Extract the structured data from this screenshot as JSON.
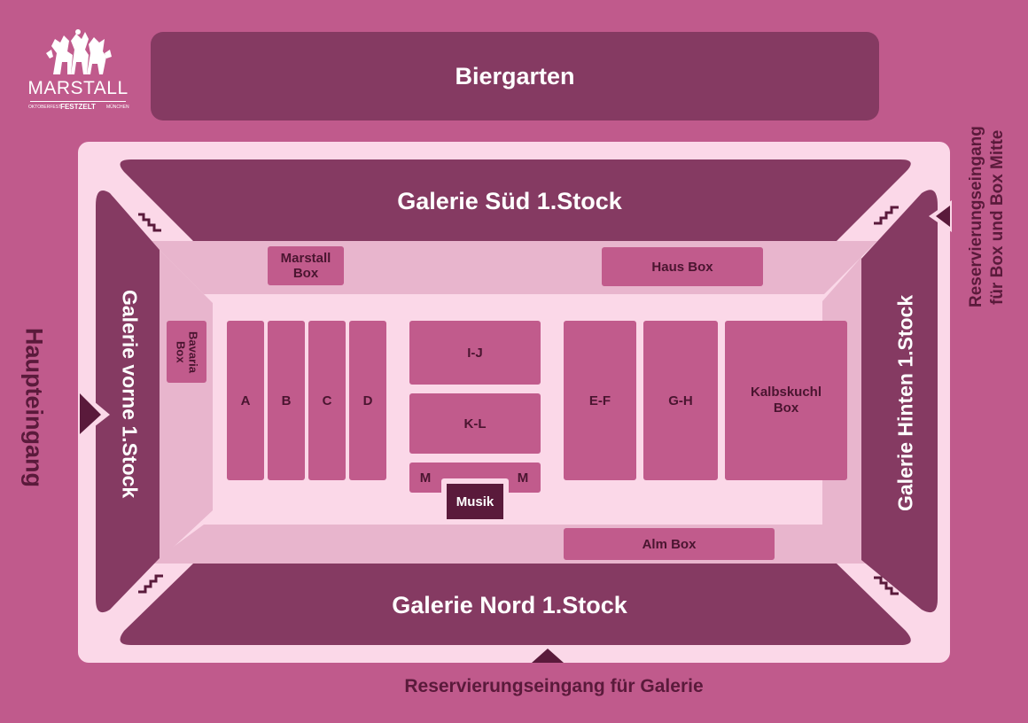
{
  "logo": {
    "name": "MARSTALL",
    "sub_left": "OKTOBERFEST",
    "sub_mid": "FESTZELT",
    "sub_right": "MÜNCHEN",
    "icon": "horses-icon"
  },
  "areas": {
    "biergarten": "Biergarten",
    "galerie_sued": "Galerie Süd 1.Stock",
    "galerie_nord": "Galerie Nord 1.Stock",
    "galerie_vorne": "Galerie vorne 1.Stock",
    "galerie_hinten": "Galerie Hinten 1.Stock"
  },
  "entrances": {
    "haupteingang": "Haupteingang",
    "reservierung_box": "Reservierungseingang für Box und Box Mitte",
    "reservierung_galerie": "Reservierungseingang für Galerie"
  },
  "boxes": {
    "marstall_box": "Marstall Box",
    "haus_box": "Haus Box",
    "bavaria_box": "Bavaria Box",
    "alm_box": "Alm Box",
    "kalbskuchl_box": "Kalbskuchl Box"
  },
  "tables": {
    "a": "A",
    "b": "B",
    "c": "C",
    "d": "D",
    "ij": "I-J",
    "kl": "K-L",
    "m_left": "M",
    "m_right": "M",
    "ef": "E-F",
    "gh": "G-H"
  },
  "stage": {
    "musik": "Musik"
  },
  "colors": {
    "background": "#c05a8c",
    "tent": "#fbd8e8",
    "gallery": "#853a62",
    "table": "#c15b8c",
    "stage": "#5a1a3b"
  }
}
